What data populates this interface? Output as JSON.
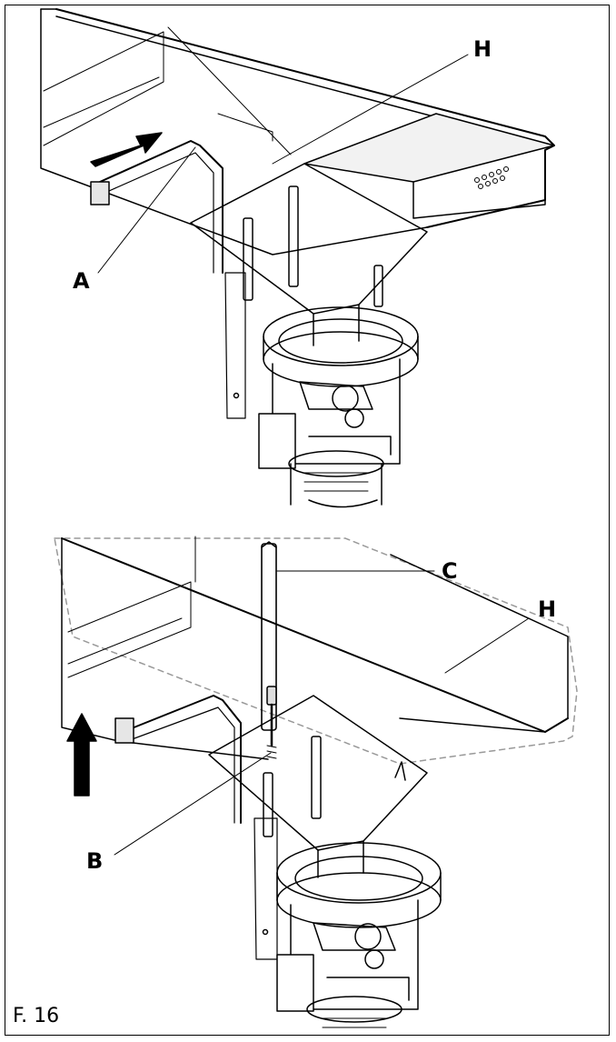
{
  "figure_number": "F. 16",
  "callouts": {
    "top": {
      "H": "H",
      "A": "A"
    },
    "bottom": {
      "C": "C",
      "H": "H",
      "B": "B"
    }
  },
  "colors": {
    "ink": "#000000",
    "dashed_outline": "#999999",
    "shade": "#e6e6e6"
  }
}
